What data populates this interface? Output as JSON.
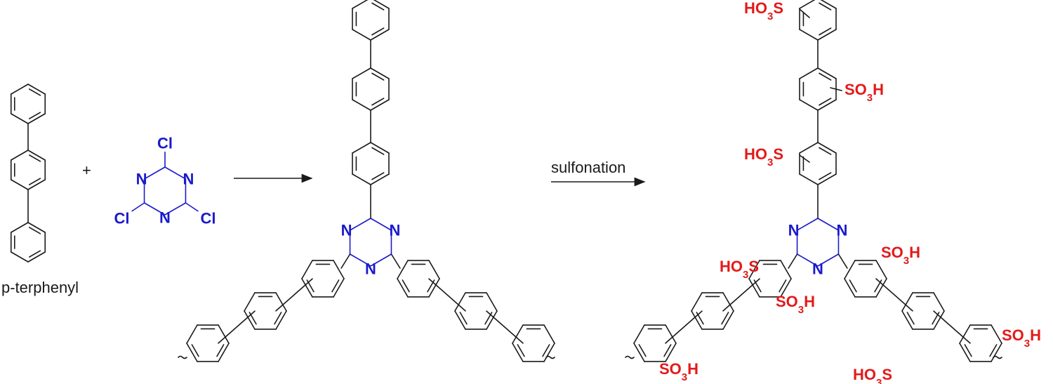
{
  "reactant_label": "p-terphenyl",
  "plus_sign": "+",
  "reaction_condition": "sulfonation",
  "atoms": {
    "chlorine": "Cl",
    "nitrogen": "N"
  },
  "sulfonic_group": {
    "right_side": {
      "main": "SO",
      "subscript": "3",
      "tail": "H"
    },
    "left_side": {
      "head": "HO",
      "subscript": "3",
      "main": "S"
    }
  },
  "colors": {
    "triazine": "#1a1acc",
    "sulfonic": "#e31a1a",
    "skeleton": "#1a1a1a"
  }
}
